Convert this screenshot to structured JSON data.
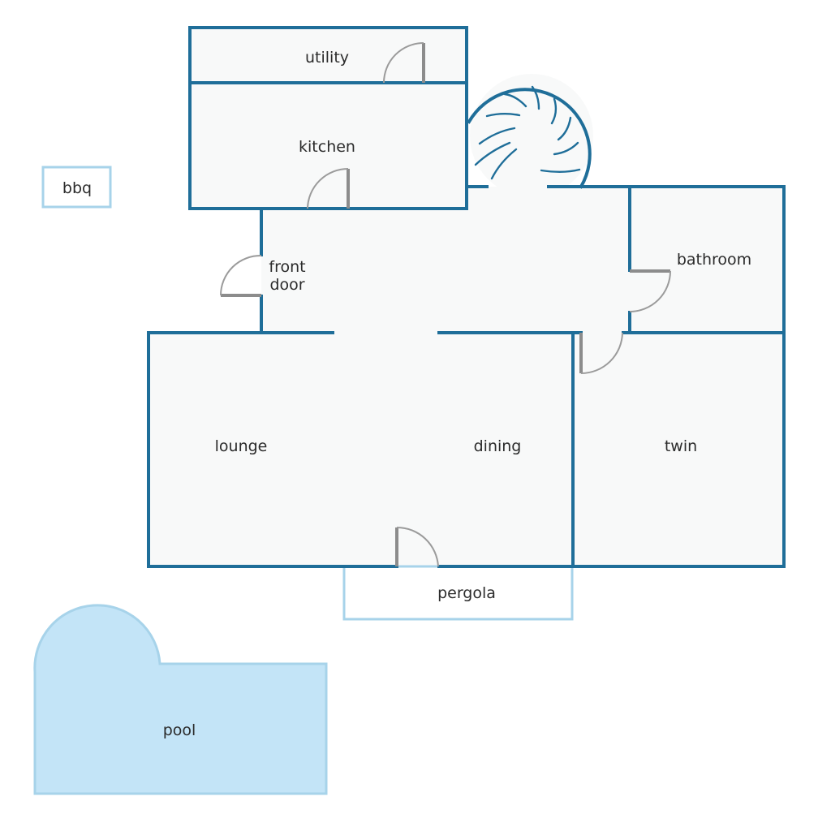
{
  "rooms": {
    "utility": "utility",
    "kitchen": "kitchen",
    "front_door_line1": "front",
    "front_door_line2": "door",
    "bathroom": "bathroom",
    "lounge": "lounge",
    "dining": "dining",
    "twin": "twin",
    "pergola": "pergola",
    "bbq": "bbq",
    "pool": "pool"
  },
  "colors": {
    "wall": "#1f6e99",
    "light_outline": "#a7d3ea",
    "floor": "#f8f9f9",
    "pool_fill": "#c3e4f7",
    "door": "#9b9b9b"
  }
}
